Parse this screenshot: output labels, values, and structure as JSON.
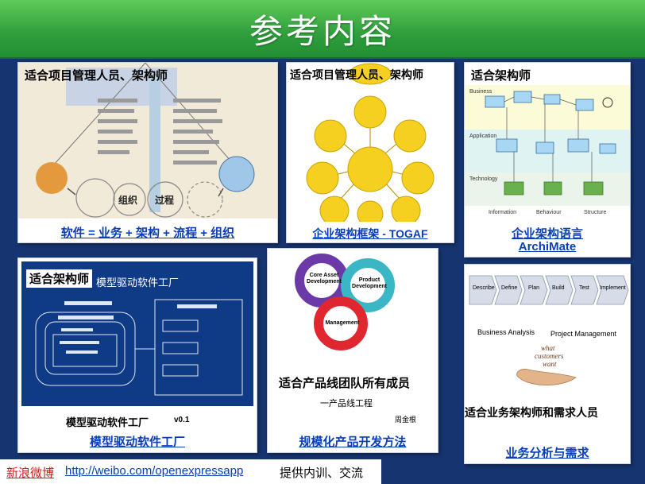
{
  "header": {
    "title": "参考内容"
  },
  "panels": [
    {
      "audience": "适合项目管理人员、架构师",
      "link": "软件 = 业务 + 架构 + 流程 + 组织",
      "figure": {
        "org_label": "组织",
        "process_label": "过程"
      }
    },
    {
      "audience": "适合项目管理人员、架构师",
      "link": "企业架构框架 - TOGAF"
    },
    {
      "audience": "适合架构师",
      "link_line1": "企业架构语言",
      "link_line2": "ArchiMate"
    },
    {
      "audience": "适合架构师",
      "figure": {
        "slide_title": "模型驱动软件工厂",
        "caption": "模型驱动软件工厂",
        "version": "v0.1"
      },
      "link": "模型驱动软件工厂"
    },
    {
      "audience": "适合产品线团队所有成员",
      "figure": {
        "ring1": "Core Asset Development",
        "ring2": "Product Development",
        "ring3": "Management",
        "subtitle": "一产品线工程",
        "author": "周金根"
      },
      "link": "规模化产品开发方法"
    },
    {
      "audience": "适合业务架构师和需求人员",
      "figure": {
        "steps": [
          "Describe",
          "Define",
          "Plan",
          "Build",
          "Test",
          "Implement"
        ],
        "label_left": "Business Analysis",
        "label_right": "Project Management",
        "hand_text_1": "what",
        "hand_text_2": "customers",
        "hand_text_3": "want"
      },
      "link": "业务分析与需求"
    }
  ],
  "footer": {
    "weibo": "新浪微博",
    "url": "http://weibo.com/openexpressapp",
    "note": "提供内训、交流"
  },
  "colors": {
    "background": "#16346f",
    "banner": "#2f9e3b",
    "link": "#0a3eb8",
    "weibo": "#d02020"
  }
}
